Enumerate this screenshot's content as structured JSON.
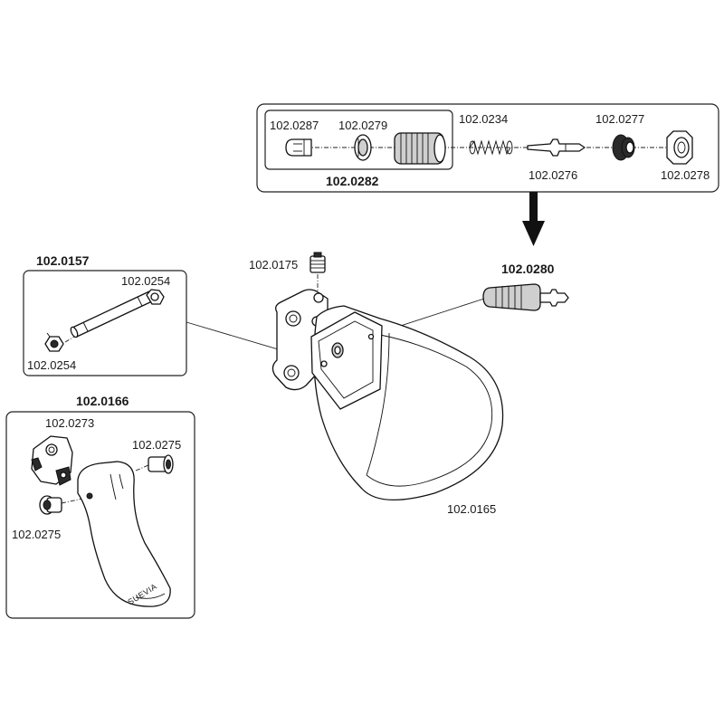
{
  "labels": {
    "valve_kit": "102.0282",
    "kit_cap": "102.0287",
    "kit_seal": "102.0279",
    "spring": "102.0234",
    "washer": "102.0277",
    "stem": "102.0276",
    "nut": "102.0278",
    "valve_assembly": "102.0280",
    "screw": "102.0175",
    "axle_kit": "102.0157",
    "axle_nut_top": "102.0254",
    "axle_nut_bottom": "102.0254",
    "bowl": "102.0165",
    "lever_kit": "102.0166",
    "bracket": "102.0273",
    "bushing_right": "102.0275",
    "bushing_left": "102.0275",
    "lever_brand": "SUEVIA"
  },
  "colors": {
    "line": "#111111",
    "background": "#ffffff"
  }
}
